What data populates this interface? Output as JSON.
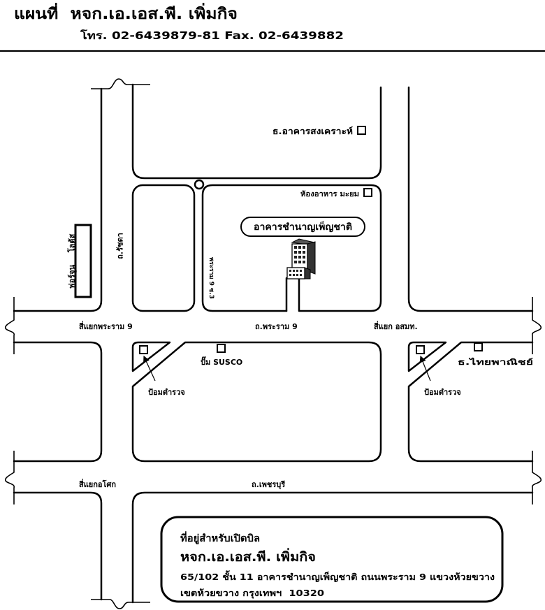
{
  "header": {
    "title": "แผนที่  หจก.เอ.เอส.พี. เพิ่มกิจ",
    "contact": "โทร. 02-6439879-81 Fax. 02-6439882"
  },
  "map": {
    "landmarks": {
      "bank_ghb": "ธ.อาคารสงเคราะห์",
      "restaurant": "ห้องอาหาร มะยม",
      "office_building": "อาคารชำนาญเพ็ญชาติ",
      "lotus": "โลตัส",
      "fortune": "ฟอร์จูน",
      "susco": "ปั๊ม SUSCO",
      "bank_scb": "ธ.ไทยพาณิชย์",
      "police_box_left": "ป้อมตำรวจ",
      "police_box_right": "ป้อมตำรวจ"
    },
    "roads": {
      "ratchada": "ถ.รัชดา",
      "soi": "พระราม 9 ซ.3",
      "rama9_junction": "สี่แยกพระราม 9",
      "rama9": "ถ.พระราม 9",
      "mcot_junction": "สี่แยก อสมท.",
      "asok_junction": "สี่แยกอโศก",
      "phetchaburi": "ถ.เพชรบุรี"
    }
  },
  "billing_address": {
    "heading": "ที่อยู่สำหรับเปิดบิล",
    "company": "หจก.เอ.เอส.พี. เพิ่มกิจ",
    "line1": "65/102 ชั้น 11 อาคารชำนาญเพ็ญชาติ ถนนพระราม 9 แขวงห้วยขวาง",
    "line2": "เขตห้วยขวาง กรุงเทพฯ  10320"
  },
  "colors": {
    "ink": "#000000",
    "paper": "#ffffff"
  },
  "icons": [
    "building-icon",
    "square-marker-icon",
    "arrow-icon",
    "roundabout-icon"
  ]
}
